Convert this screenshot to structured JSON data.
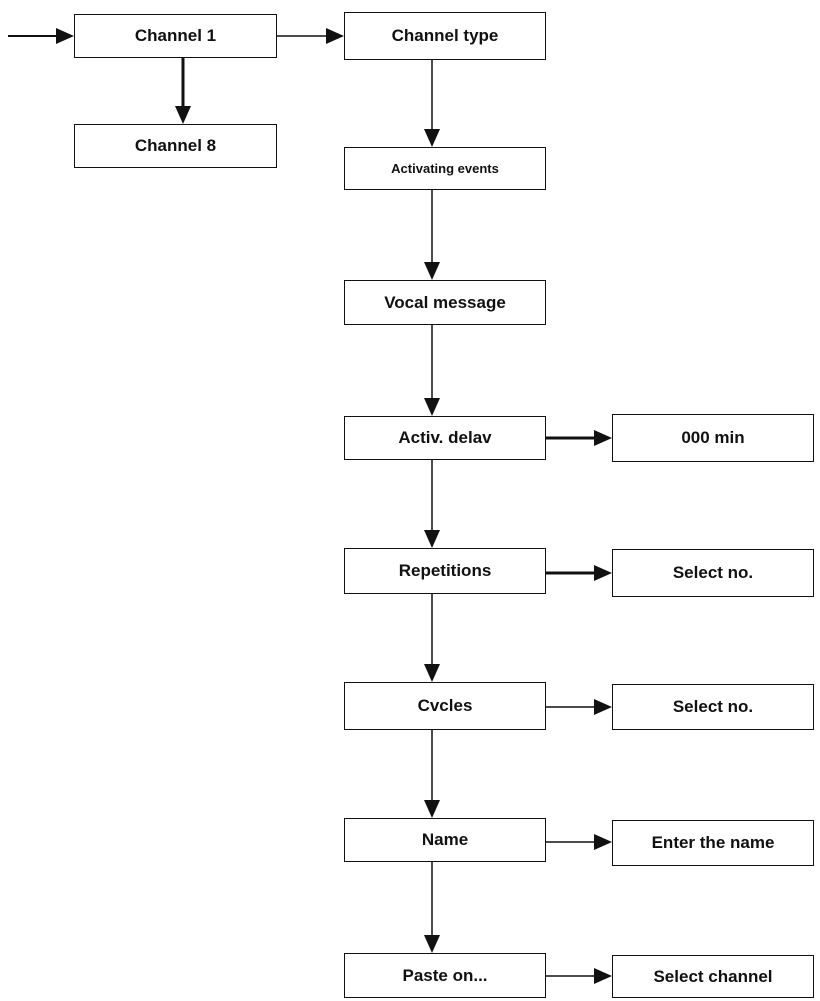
{
  "diagram": {
    "nodes": {
      "channel_1": "Channel 1",
      "channel_8": "Channel 8",
      "channel_type": "Channel type",
      "activating_events": "Activating events",
      "vocal_message": "Vocal message",
      "activ_delay": "Activ. delav",
      "delay_value": "000 min",
      "repetitions": "Repetitions",
      "repetitions_select": "Select no.",
      "cycles": "Cvcles",
      "cycles_select": "Select no.",
      "name": "Name",
      "name_enter": "Enter the name",
      "paste_on": "Paste on...",
      "paste_select": "Select channel"
    },
    "line_color": "#111111"
  }
}
